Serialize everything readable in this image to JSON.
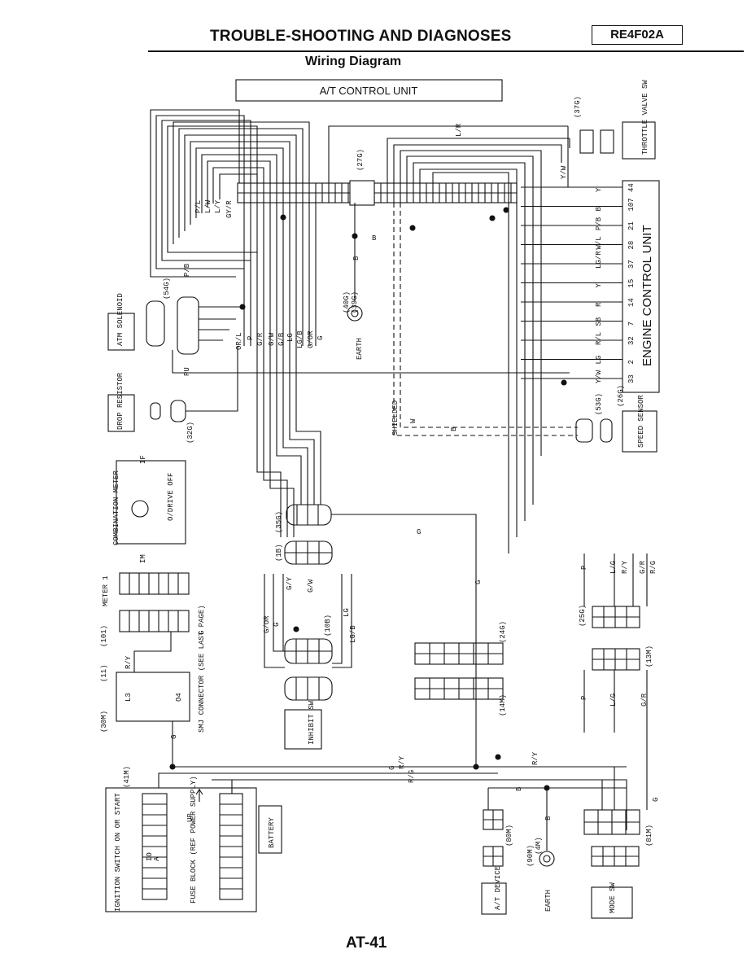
{
  "header": {
    "title": "TROUBLE-SHOOTING AND DIAGNOSES",
    "code": "RE4F02A",
    "subtitle": "Wiring Diagram",
    "page_number": "AT-41"
  },
  "components": {
    "at_control_unit": "A/T CONTROL UNIT",
    "engine_control_unit": "ENGINE CONTROL UNIT",
    "throttle_valve_sw": "THROTTLE VALVE SW",
    "atm_solenoid": "ATM SOLENOID",
    "drop_resistor": "DROP RESISTOR",
    "speed_sensor": "SPEED SENSOR",
    "combination_meter": "COMBINATION METER",
    "od_drive_off": "O/DRIVE OFF",
    "meter1": "METER 1",
    "smj_connector": "SMJ CONNECTOR (SEE LAST PAGE)",
    "inhibit_sw": "INHIBIT SW",
    "ignition_switch": "IGNITION SWITCH ON OR START",
    "fuse_block": "FUSE BLOCK (REF POWER SUPPLY)",
    "up": "UP",
    "battery": "BATTERY",
    "at_device": "A/T DEVICE",
    "mode_sw": "MODE SW",
    "earth": "EARTH",
    "shielded": "SHIELDED"
  },
  "connectors": {
    "c37g": "(37G)",
    "c27g": "(27G)",
    "c54g": "(54G)",
    "c40g": "(40G)",
    "c39g": "(39G)",
    "c32g": "(32G)",
    "c53g": "(53G)",
    "c26g": "(26G)",
    "c35g": "(35G)",
    "c1b": "(1B)",
    "c10b": "(10B)",
    "c24g": "(24G)",
    "c14m": "(14M)",
    "c25g": "(25G)",
    "c13m": "(13M)",
    "c101": "(101)",
    "c11": "(11)",
    "c30m": "(30M)",
    "c41m": "(41M)",
    "c80m": "(80M)",
    "c90m": "(90M)",
    "c4m": "(4M)",
    "c81m": "(81M)"
  },
  "ecu_pins": [
    {
      "wire": "Y",
      "pin": "44"
    },
    {
      "wire": "B",
      "pin": "107"
    },
    {
      "wire": "P/B",
      "pin": "21"
    },
    {
      "wire": "W/L",
      "pin": "28"
    },
    {
      "wire": "LG/R",
      "pin": "37"
    },
    {
      "wire": "Y",
      "pin": "15"
    },
    {
      "wire": "R",
      "pin": "14"
    },
    {
      "wire": "SB",
      "pin": "7"
    },
    {
      "wire": "R/L",
      "pin": "32"
    },
    {
      "wire": "LG",
      "pin": "2"
    },
    {
      "wire": "Y/W",
      "pin": "33"
    }
  ],
  "wire_labels": {
    "lr": "L/R",
    "yw": "Y/W",
    "b": "B",
    "pl": "P/L",
    "lw": "L/W",
    "ly": "L/Y",
    "gyr": "GY/R",
    "pb": "P/B",
    "pu": "PU",
    "orl": "OR/L",
    "p": "P",
    "gr": "G/R",
    "gw": "G/W",
    "gb": "G/B",
    "lg": "LG",
    "lgb": "LG/B",
    "gor": "G/OR",
    "g": "G",
    "w": "W",
    "gy": "G/Y",
    "lgb2": "LG/B",
    "lg2": "L/G",
    "ry": "R/Y",
    "rg": "R/G",
    "l3": "L3",
    "o4": "O4",
    "io": "IO",
    "a": "A",
    "if": "IF",
    "im": "IM"
  }
}
